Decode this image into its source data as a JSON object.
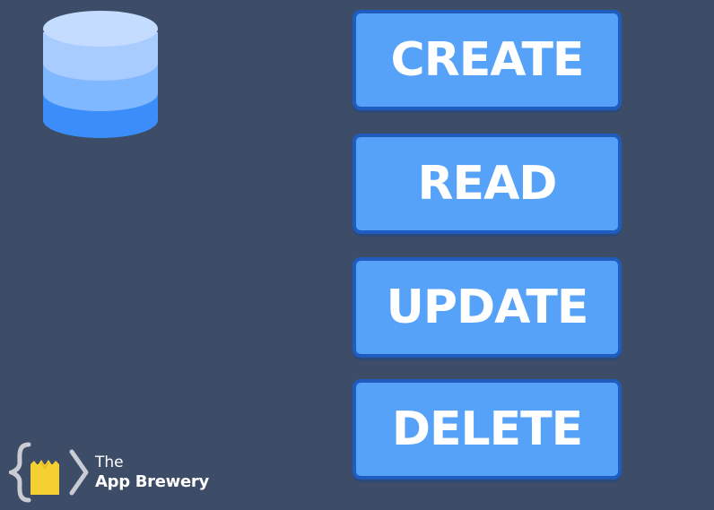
{
  "database": {
    "icon": "database-cylinder-icon",
    "colors": {
      "top": "#c4dcff",
      "middle": "#80b8ff",
      "bottom": "#3b8df9"
    }
  },
  "crud": {
    "items": [
      {
        "label": "CREATE"
      },
      {
        "label": "READ"
      },
      {
        "label": "UPDATE"
      },
      {
        "label": "DELETE"
      }
    ],
    "colors": {
      "fill": "#56a2f8",
      "border": "#1f5cbf",
      "text": "#ffffff"
    }
  },
  "brand": {
    "icon": "app-brewery-logo-icon",
    "line1": "The",
    "line2": "App Brewery",
    "accent": "#f5d033"
  },
  "background": "#3e4d67"
}
